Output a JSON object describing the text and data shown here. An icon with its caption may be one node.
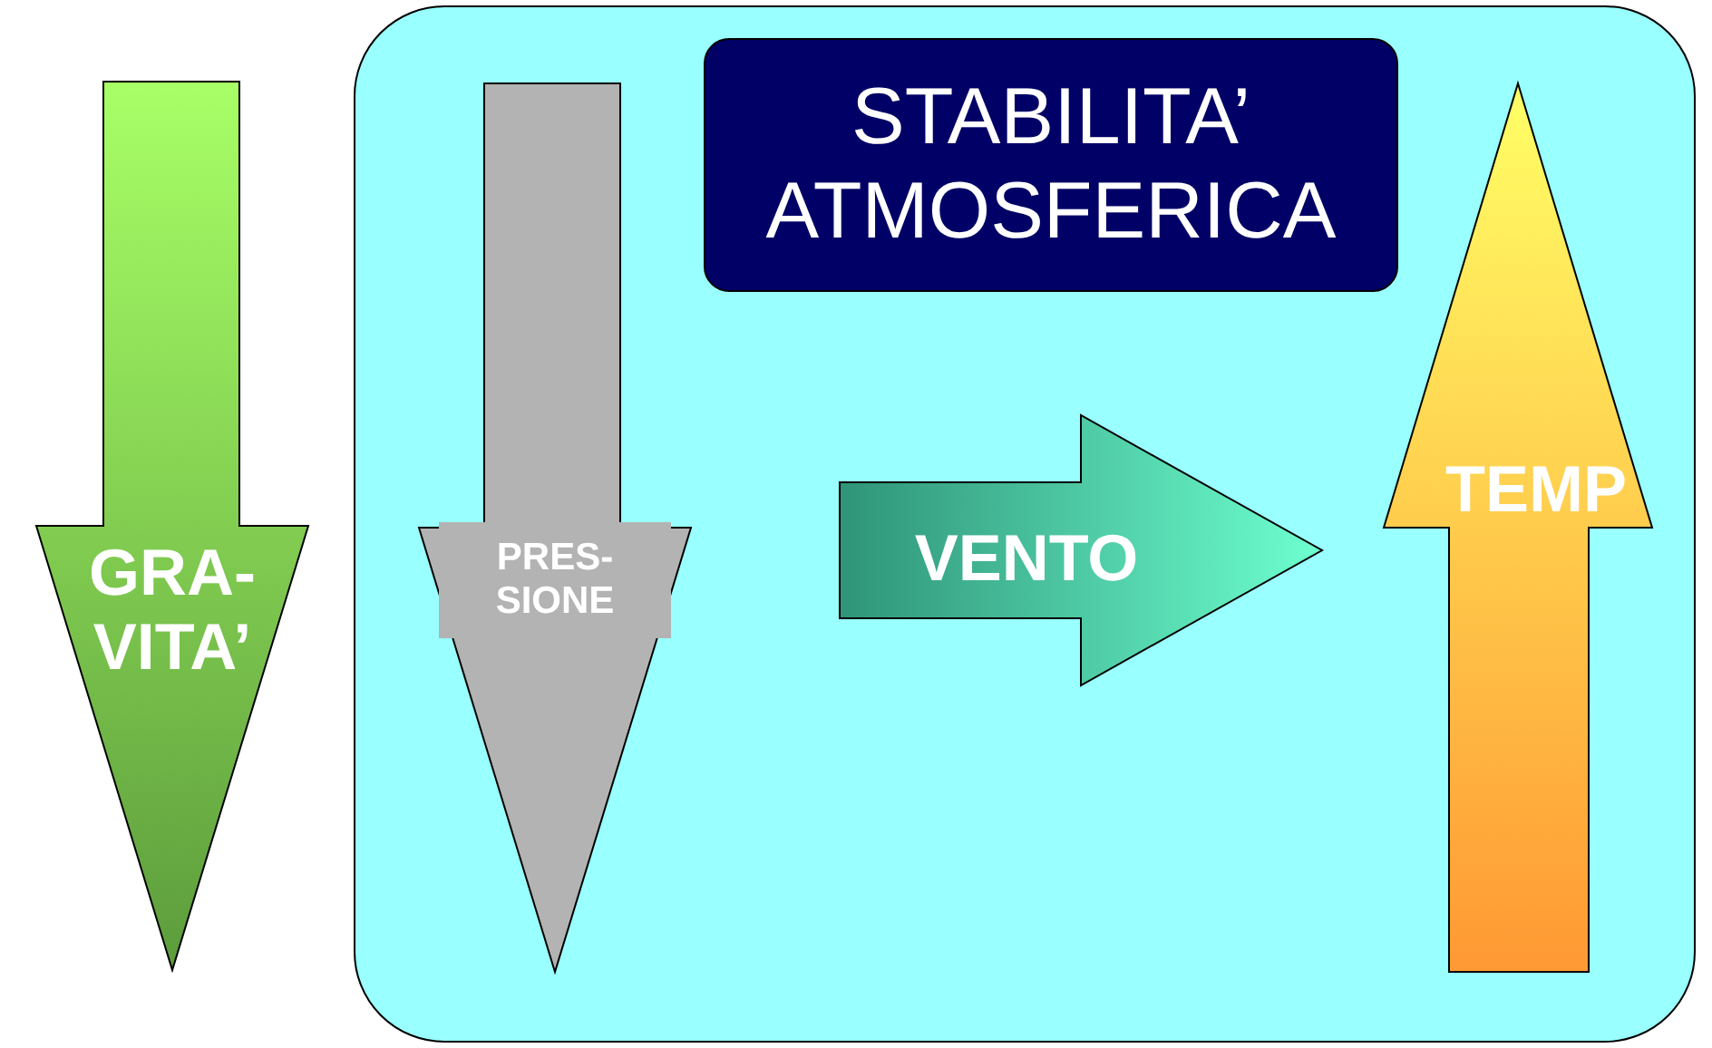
{
  "diagram": {
    "nodes": [
      {
        "text": [
          "GRA- VITA’"
        ]
      },
      {
        "text": [],
        "shape": "box"
      },
      {
        "text": [
          "PRES- SIONE"
        ],
        "in": 1
      },
      {
        "text": [
          "STABILITA’ ATMOSFERICA"
        ],
        "in": 1
      },
      {
        "text": [
          "VENTO"
        ],
        "in": 1
      },
      {
        "text": [
          "TEMP"
        ],
        "in": 1
      }
    ]
  }
}
